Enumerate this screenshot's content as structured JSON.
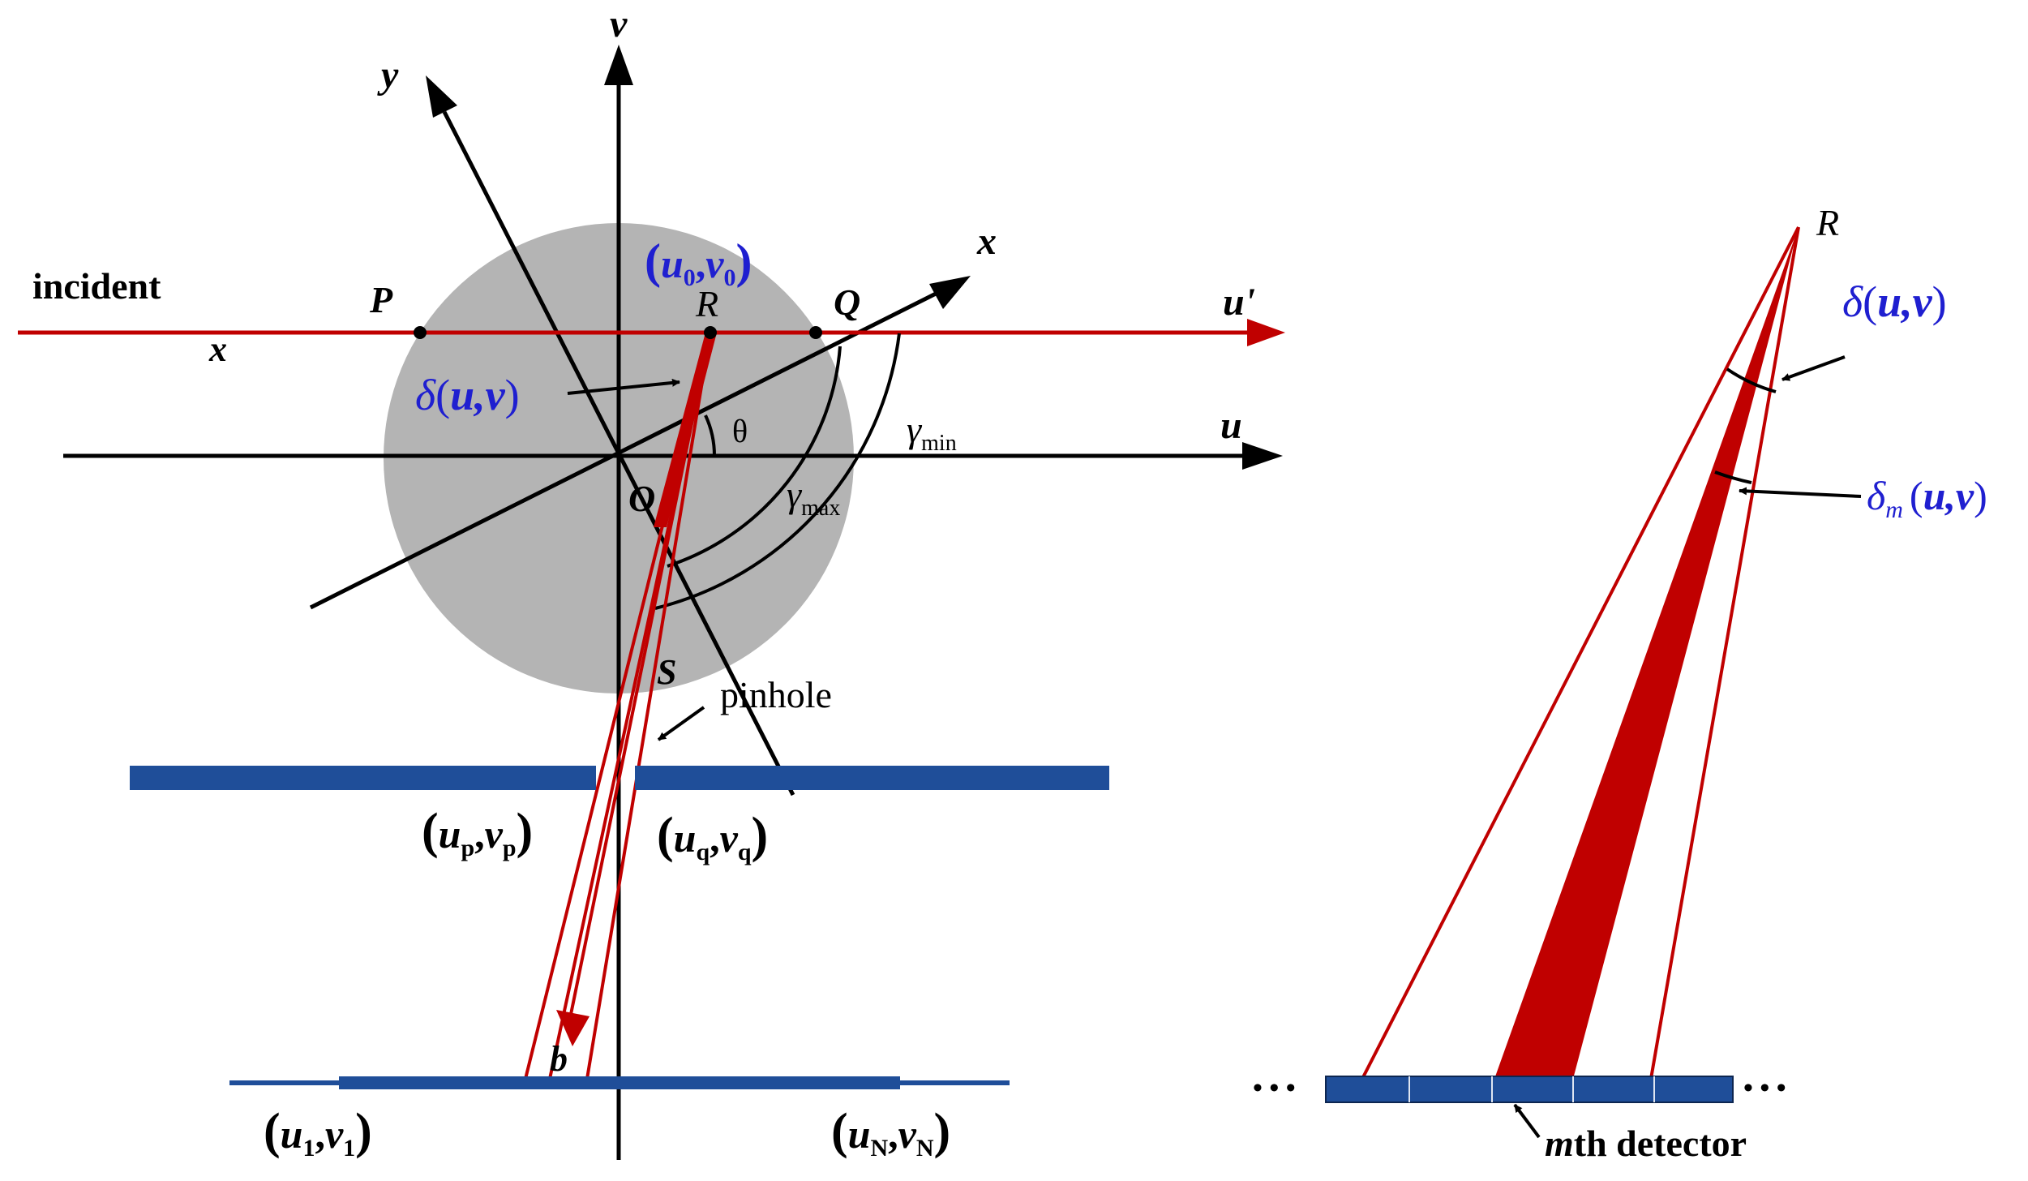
{
  "labels": {
    "v_axis": "v",
    "u_axis": "u",
    "u_prime": "u'",
    "x_axis": "x",
    "y_axis": "y",
    "x_incident": "x",
    "incident": "incident",
    "P": "P",
    "Q": "Q",
    "R": "R",
    "O": "O",
    "S": "S",
    "b": "b",
    "theta": "θ",
    "pinhole": "pinhole",
    "gamma_min": {
      "sym": "γ",
      "sub": "min"
    },
    "gamma_max": {
      "sym": "γ",
      "sub": "max"
    },
    "delta_left": {
      "sym": "δ",
      "args": "u,v"
    },
    "u0v0": {
      "u": "u",
      "usub": "0",
      "v": "v",
      "vsub": "0"
    },
    "upvp": {
      "u": "u",
      "usub": "p",
      "v": "v",
      "vsub": "p"
    },
    "uqvq": {
      "u": "u",
      "usub": "q",
      "v": "v",
      "vsub": "q"
    },
    "u1v1": {
      "u": "u",
      "usub": "1",
      "v": "v",
      "vsub": "1"
    },
    "uNvN": {
      "u": "u",
      "usub": "N",
      "v": "v",
      "vsub": "N"
    },
    "right_R": "R",
    "delta_right": {
      "sym": "δ",
      "args": "u,v"
    },
    "delta_m": {
      "sym": "δ",
      "sub": "m",
      "args": "u,v"
    },
    "dots": "• • •",
    "mth_detector": {
      "m": "m",
      "rest": "th detector"
    }
  },
  "colors": {
    "black": "#000000",
    "red": "#c00000",
    "blue_text": "#1f1fd0",
    "plate_blue": "#1f4e99",
    "sample_gray": "#b4b4b4"
  }
}
